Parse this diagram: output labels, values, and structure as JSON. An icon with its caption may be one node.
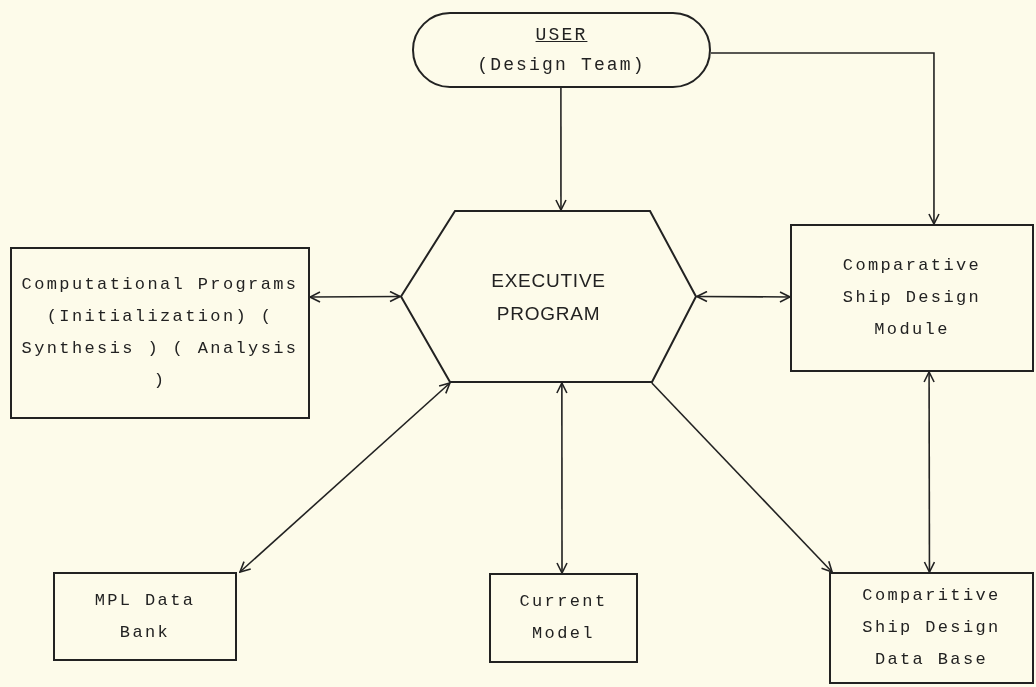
{
  "diagram": {
    "nodes": [
      {
        "text": [
          "USER",
          "(Design Team)"
        ]
      },
      {
        "text": [
          "EXECUTIVE PROGRAM"
        ]
      },
      {
        "text": [
          "Computational Programs (Initialization) ( Synthesis ) ( Analysis )"
        ]
      },
      {
        "text": [
          "Comparative Ship Design Module"
        ]
      },
      {
        "text": [
          "MPL Data Bank"
        ]
      },
      {
        "text": [
          "Current Model"
        ]
      },
      {
        "text": [
          "Comparitive Ship Design Data Base"
        ]
      }
    ],
    "edges": [
      {
        "from": 0,
        "to": 1,
        "arrow": "to"
      },
      {
        "from": 0,
        "to": 3,
        "arrow": "to"
      },
      {
        "from": 2,
        "to": 1,
        "arrow": "both"
      },
      {
        "from": 1,
        "to": 3,
        "arrow": "both"
      },
      {
        "from": 1,
        "to": 4,
        "arrow": "both"
      },
      {
        "from": 1,
        "to": 5,
        "arrow": "both"
      },
      {
        "from": 1,
        "to": 6,
        "arrow": "to"
      },
      {
        "from": 3,
        "to": 6,
        "arrow": "both"
      }
    ]
  }
}
